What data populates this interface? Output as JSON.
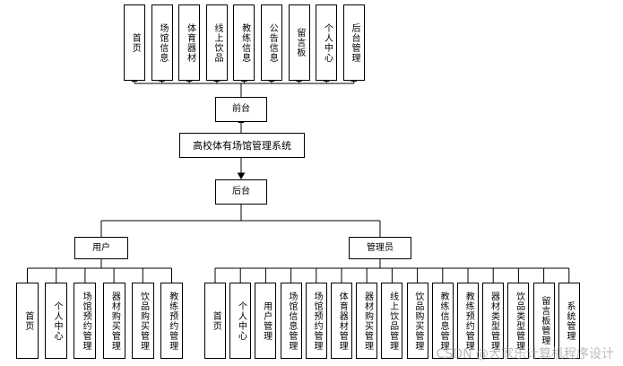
{
  "root": "高校体有场馆管理系统",
  "frontend": {
    "label": "前台",
    "modules": [
      "首页",
      "场馆信息",
      "体育器材",
      "线上饮品",
      "教练信息",
      "公告信息",
      "留言板",
      "个人中心",
      "后台管理"
    ]
  },
  "backend": {
    "label": "后台",
    "roles": [
      {
        "label": "用户",
        "modules": [
          "首页",
          "个人中心",
          "场馆预约管理",
          "器材购买管理",
          "饮品购买管理",
          "教练预约管理"
        ]
      },
      {
        "label": "管理员",
        "modules": [
          "首页",
          "个人中心",
          "用户管理",
          "场馆信息管理",
          "场馆预约管理",
          "体育器材管理",
          "器材购买管理",
          "线上饮品管理",
          "饮品购买管理",
          "教练信息管理",
          "教练预约管理",
          "器材类型管理",
          "饮品类型管理",
          "留言板管理",
          "系统管理"
        ]
      }
    ]
  },
  "watermark": "CSDN @大家乐计算机程序设计"
}
